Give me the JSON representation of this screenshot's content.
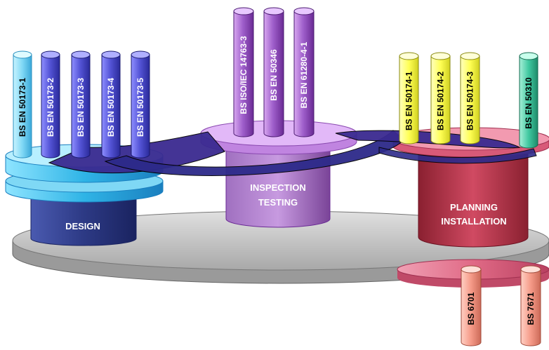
{
  "groups": {
    "design": {
      "label": "DESIGN",
      "standards": [
        "BS EN 50173-1",
        "BS EN 50173-2",
        "BS EN 50173-3",
        "BS EN 50173-4",
        "BS EN 50173-5"
      ]
    },
    "inspection": {
      "label_line1": "INSPECTION",
      "label_line2": "TESTING",
      "standards": [
        "BS ISO/IEC 14763-3",
        "BS EN 50346",
        "BS EN 61280-4-1"
      ]
    },
    "planning": {
      "label_line1": "PLANNING",
      "label_line2": "INSTALLATION",
      "standards": [
        "BS EN 50174-1",
        "BS EN 50174-2",
        "BS EN 50174-3",
        "BS EN 50310"
      ],
      "lower_standards": [
        "BS 6701",
        "BS 7671"
      ]
    }
  },
  "colors": {
    "design_cyan": "#33b8e8",
    "design_navy": "#2d3a85",
    "design_pillar": "#5b5bd8",
    "inspection_purple": "#b06ad0",
    "planning_red": "#c83a50",
    "planning_pink": "#e87a94",
    "pillar_yellow": "#ffff66",
    "pillar_green": "#40c8a0",
    "pillar_salmon": "#f7a090",
    "base_grey": "#c8c8c8"
  }
}
